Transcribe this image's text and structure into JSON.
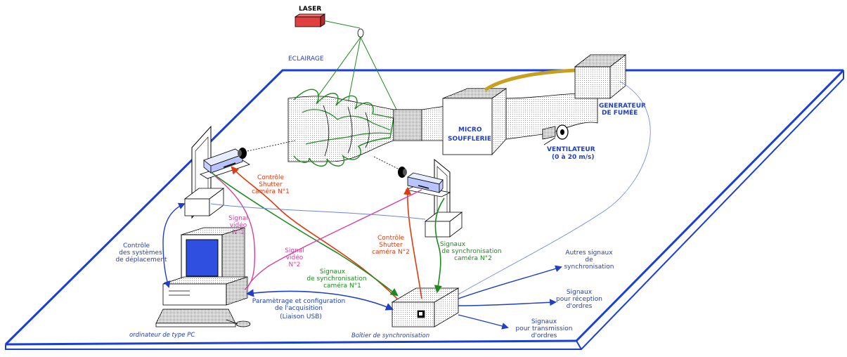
{
  "labels": {
    "laser": "LASER",
    "eclairage": "ECLAIRAGE",
    "generateur_line1": "GENERATEUR",
    "generateur_line2": "DE FUMÉE",
    "micro_line1": "MICRO",
    "micro_line2": "SOUFFLERIE",
    "ventilateur_line1": "VENTILATEUR",
    "ventilateur_line2": "(0 à 20 m/s)",
    "controle_cam1_line1": "Contrôle",
    "controle_cam1_line2": "Shutter",
    "controle_cam1_line3": "caméra N°1",
    "controle_cam2_line1": "Contrôle",
    "controle_cam2_line2": "Shutter",
    "controle_cam2_line3": "caméra N°2",
    "signal_video1_line1": "Signal",
    "signal_video1_line2": "vidéo",
    "signal_video1_line3": "N°1",
    "signal_video2_line1": "Signal",
    "signal_video2_line2": "vidéo",
    "signal_video2_line3": "N°2",
    "sync_cam1_line1": "Signaux",
    "sync_cam1_line2": "de synchronisation",
    "sync_cam1_line3": "caméra N°1",
    "sync_cam2_line1": "Signaux",
    "sync_cam2_line2": "de synchronisation",
    "sync_cam2_line3": "caméra N°2",
    "controle_deplacement_line1": "Contrôle",
    "controle_deplacement_line2": "des systèmes",
    "controle_deplacement_line3": "de déplacement",
    "parametrage_line1": "Paramètrage et configuration",
    "parametrage_line2": "de l'acquisition",
    "parametrage_line3": "(Liaison USB)",
    "autres_line1": "Autres signaux",
    "autres_line2": "de",
    "autres_line3": "synchronisation",
    "reception_line1": "Signaux",
    "reception_line2": "pour réception",
    "reception_line3": "d'ordres",
    "transmission_line1": "Signaux",
    "transmission_line2": "pour transmission",
    "transmission_line3": "d'ordres",
    "ordinateur": "ordinateur de type PC",
    "boitier": "Boîtier de synchronisation"
  },
  "colors": {
    "platform": "#1a3fd6",
    "blue_signal": "#1f3fc4",
    "green_signal": "#1e8a1e",
    "red_signal": "#e03a10",
    "magenta_signal": "#d6409e",
    "laser_box": "#e04040",
    "smoke_pipe": "#c8a020",
    "screen": "#2f4fe0"
  }
}
